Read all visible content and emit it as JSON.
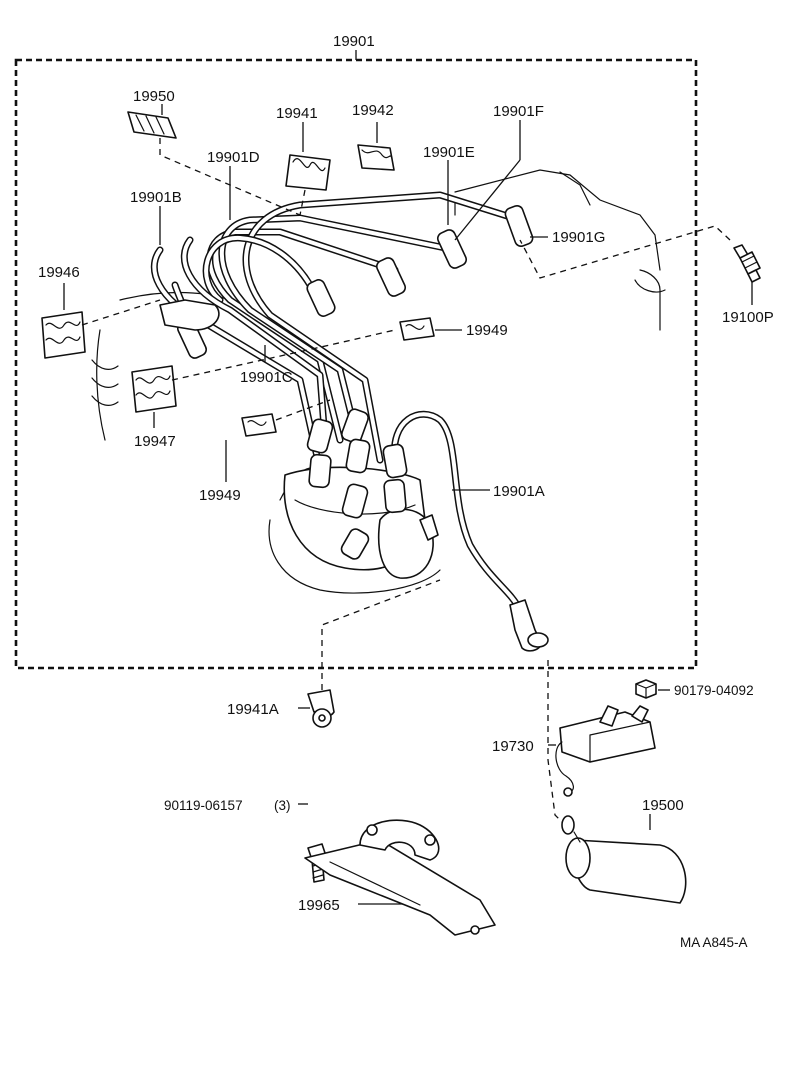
{
  "labels": {
    "assembly": "19901",
    "clamp_19950": "19950",
    "clamp_19941": "19941",
    "clamp_19942": "19942",
    "cord_F": "19901F",
    "cord_E": "19901E",
    "cord_D": "19901D",
    "cord_B": "19901B",
    "cord_G": "19901G",
    "clamp_19946": "19946",
    "spark_plug": "19100P",
    "clamp_19949_right": "19949",
    "cord_C": "19901C",
    "clamp_19947": "19947",
    "clamp_19949_left": "19949",
    "cord_A": "19901A",
    "clamp_19941A": "19941A",
    "nut": "90179-04092",
    "igniter": "19730",
    "bolt": "90119-06157",
    "bolt_qty": "(3)",
    "coil": "19500",
    "bracket": "19965",
    "diagram_code": "MA A845-A"
  }
}
